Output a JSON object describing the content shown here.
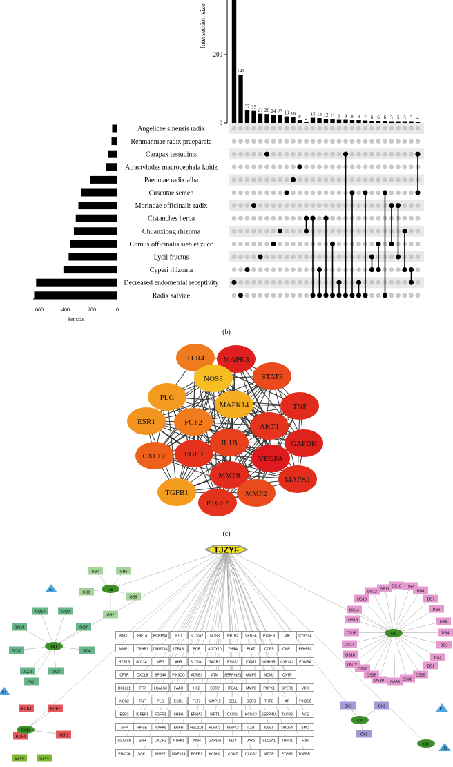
{
  "panel_b": {
    "caption": "(b)",
    "ylabel": "Intersection size",
    "ytick_labels": [
      "0",
      "200"
    ],
    "set_size_label": "Set size",
    "set_size_tick_labels": [
      "600",
      "400",
      "200",
      "0"
    ],
    "sets": [
      {
        "name": "Angelicae sinensis radix",
        "size": 40
      },
      {
        "name": "Rehmanniae radix praeparata",
        "size": 45
      },
      {
        "name": "Carapax testudinis",
        "size": 70
      },
      {
        "name": "Atractylodes macrocephala koidz",
        "size": 90
      },
      {
        "name": "Paeoniae radix alba",
        "size": 210
      },
      {
        "name": "Cuscutae semen",
        "size": 280
      },
      {
        "name": "Morindae officinalis radix",
        "size": 300
      },
      {
        "name": "Cistanches herba",
        "size": 320
      },
      {
        "name": "Chuanxiong rhizoma",
        "size": 335
      },
      {
        "name": "Cornus officinalis sieb.et zucc",
        "size": 365
      },
      {
        "name": "Lycil fructus",
        "size": 375
      },
      {
        "name": "Cyperi rhizoma",
        "size": 415
      },
      {
        "name": "Decreased endometrial receptivity",
        "size": 625
      },
      {
        "name": "Radix salviae",
        "size": 640
      }
    ],
    "intersections": [
      {
        "size": 400,
        "label": "",
        "sets": [
          12
        ]
      },
      {
        "size": 141,
        "label": "141",
        "sets": [
          13
        ]
      },
      {
        "size": 37,
        "label": "37",
        "sets": [
          11
        ]
      },
      {
        "size": 35,
        "label": "35",
        "sets": [
          6
        ]
      },
      {
        "size": 27,
        "label": "27",
        "sets": [
          10
        ]
      },
      {
        "size": 26,
        "label": "26",
        "sets": [
          2
        ]
      },
      {
        "size": 24,
        "label": "24",
        "sets": [
          9
        ]
      },
      {
        "size": 23,
        "label": "23",
        "sets": [
          8
        ]
      },
      {
        "size": 19,
        "label": "19",
        "sets": [
          5
        ]
      },
      {
        "size": 16,
        "label": "16",
        "sets": [
          4
        ]
      },
      {
        "size": 8,
        "label": "8",
        "sets": [
          3
        ]
      },
      {
        "size": 2,
        "label": "2",
        "sets": [
          7,
          8
        ]
      },
      {
        "size": 15,
        "label": "15",
        "sets": [
          7,
          13
        ]
      },
      {
        "size": 14,
        "label": "14",
        "sets": [
          11,
          13
        ]
      },
      {
        "size": 12,
        "label": "12",
        "sets": [
          7,
          13
        ]
      },
      {
        "size": 11,
        "label": "11",
        "sets": [
          9,
          13
        ]
      },
      {
        "size": 9,
        "label": "9",
        "sets": [
          12,
          13
        ]
      },
      {
        "size": 9,
        "label": "9",
        "sets": [
          2,
          13
        ]
      },
      {
        "size": 8,
        "label": "8",
        "sets": [
          5,
          13
        ]
      },
      {
        "size": 8,
        "label": "8",
        "sets": [
          12,
          13
        ]
      },
      {
        "size": 7,
        "label": "7",
        "sets": [
          5,
          13
        ]
      },
      {
        "size": 6,
        "label": "6",
        "sets": [
          10,
          11
        ]
      },
      {
        "size": 6,
        "label": "6",
        "sets": [
          9,
          11
        ]
      },
      {
        "size": 6,
        "label": "6",
        "sets": [
          5,
          13
        ]
      },
      {
        "size": 5,
        "label": "5",
        "sets": [
          6,
          9
        ]
      },
      {
        "size": 5,
        "label": "5",
        "sets": [
          6,
          10
        ]
      },
      {
        "size": 5,
        "label": "5",
        "sets": [
          8,
          11
        ]
      },
      {
        "size": 5,
        "label": "5",
        "sets": [
          11,
          12
        ]
      },
      {
        "size": 4,
        "label": "4",
        "sets": [
          2,
          5
        ]
      }
    ]
  },
  "panel_c": {
    "caption": "(c)",
    "nodes": [
      {
        "label": "TLR4",
        "color": "#f07a1e"
      },
      {
        "label": "MAPK3",
        "color": "#e0201e"
      },
      {
        "label": "STAT3",
        "color": "#ea4a1c"
      },
      {
        "label": "NOS3",
        "color": "#f6be22"
      },
      {
        "label": "PLG",
        "color": "#f39a1f"
      },
      {
        "label": "TNF",
        "color": "#e22a1d"
      },
      {
        "label": "MAPK14",
        "color": "#f4ae20"
      },
      {
        "label": "ESR1",
        "color": "#f2941e"
      },
      {
        "label": "FGF2",
        "color": "#f27c1d"
      },
      {
        "label": "AKT1",
        "color": "#e4341d"
      },
      {
        "label": "IL1B",
        "color": "#e83f1c"
      },
      {
        "label": "GAPDH",
        "color": "#e0221d"
      },
      {
        "label": "CXCL8",
        "color": "#ee611d"
      },
      {
        "label": "EGFR",
        "color": "#e4321d"
      },
      {
        "label": "VEGFA",
        "color": "#de1a1c"
      },
      {
        "label": "MMP9",
        "color": "#e22a1d"
      },
      {
        "label": "MAPK1",
        "color": "#e32d1d"
      },
      {
        "label": "TGFB1",
        "color": "#f39c1f"
      },
      {
        "label": "MMP2",
        "color": "#ea4b1c"
      },
      {
        "label": "PTGS2",
        "color": "#e4331d"
      }
    ]
  },
  "panel_d": {
    "center_label": "TJZYF",
    "herb_hubs": [
      "GB",
      "GQ",
      "RCR",
      "DS",
      "CX"
    ],
    "herb_hub_labels": [
      "GB",
      "GQ",
      "RCR",
      "DS",
      "CX",
      "DD"
    ],
    "gb_nodes": [
      "GB7",
      "GB6",
      "GB8",
      "GB5",
      "GB2"
    ],
    "gq_nodes": [
      "GQ14",
      "GQ9",
      "GQ7",
      "GQ19",
      "GQ4",
      "GQ20",
      "GQ21",
      "GQ2",
      "GQ1"
    ],
    "rcr_nodes": [
      "RCR3",
      "RCR2",
      "RCR4",
      "RCR1"
    ],
    "szy_nodes": [
      "SZY5",
      "SZY4"
    ],
    "ds_nodes": [
      "DS10",
      "DS9",
      "DS12",
      "DS11",
      "DS8",
      "DS13",
      "DS7",
      "DS14",
      "DS6",
      "DS15",
      "DS5",
      "DS16",
      "DS4",
      "DS17",
      "DS3",
      "DS18",
      "DS2",
      "DS19",
      "DS1",
      "DS20",
      "DS26",
      "DS39",
      "DS29",
      "DS35",
      "DS38"
    ],
    "cx_nodes": [
      "CX3",
      "CX2",
      "CX1"
    ],
    "shared_nodes": [
      "A1",
      "C1",
      "F1",
      "D1"
    ],
    "target_rows": [
      [
        "KNG1",
        "HIF1A",
        "KCNMA1",
        "F10",
        "SLC2A2",
        "NOS3",
        "NR1H2",
        "VEGFA",
        "PTGER",
        "MIF",
        "CYP19A"
      ],
      [
        "MMP1",
        "CRHR1",
        "DNMT3A",
        "LTB4R",
        "PGR",
        "ADCY10",
        "THRA",
        "PLAT",
        "CCR5",
        "CNR1",
        "PFKFB3"
      ],
      [
        "HTR1B",
        "SLC1A1",
        "MET",
        "AHR",
        "SLC2A1",
        "TACR3",
        "PTGS1",
        "ICAM1",
        "GNRHR",
        "CYP1A2",
        "EDNRA"
      ],
      [
        "CFTR",
        "CXCL8",
        "SPG4A",
        "PIK3CG",
        "ADRB3",
        "ATM",
        "SERPINE1",
        "MMP9",
        "MDM2",
        "OXTR"
      ],
      [
        "BCL2L1",
        "TTR",
        "LGALS3",
        "FAAH",
        "HK2",
        "CCR2",
        "ITGAL",
        "MMP2",
        "PDPK1",
        "GPER1",
        "VDR"
      ],
      [
        "NOS2",
        "TNF",
        "PLG",
        "ESR1",
        "FLT3",
        "MMP15",
        "SELL",
        "CCR3",
        "THRB",
        "AR",
        "PIK3C8"
      ],
      [
        "ESR2",
        "IGFBP1",
        "FGFR3",
        "SHBG",
        "EPHA3",
        "SIRT1",
        "CXCR1",
        "KCNK3",
        "SERPINA",
        "TACR2",
        "ACE"
      ],
      [
        "APP",
        "HPSE",
        "MAPK8",
        "EGFR",
        "HSD11B",
        "HDAC3",
        "MAPK3",
        "IL1B",
        "IL6ST",
        "DRD5A",
        "SMO"
      ],
      [
        "LGALS9",
        "SHH",
        "CXCR3",
        "NTRK1",
        "INSR",
        "GAPDH",
        "FLT4",
        "JAK1",
        "SLC2A1",
        "TRPV1",
        "F2R"
      ],
      [
        "PRKCA",
        "SGK1",
        "MMP7",
        "MAPK14",
        "FGFR1",
        "KCNH2",
        "COMT",
        "CXCR2",
        "MTOR",
        "PTGS2",
        "TGFBR1"
      ]
    ]
  }
}
